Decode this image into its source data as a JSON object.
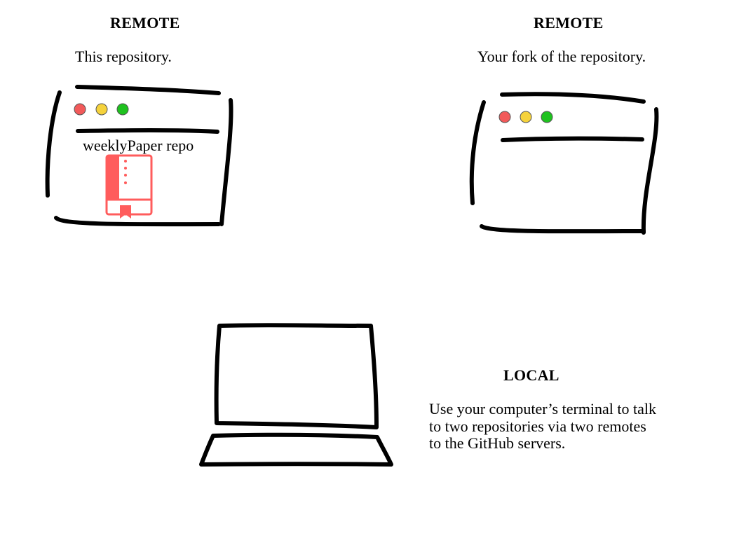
{
  "remote_left": {
    "heading": "REMOTE",
    "subtitle": "This repository.",
    "repo_label": "weeklyPaper repo",
    "window_controls": [
      "close-dot",
      "minimize-dot",
      "maximize-dot"
    ],
    "book_icon": "repository-book-icon"
  },
  "remote_right": {
    "heading": "REMOTE",
    "subtitle": "Your fork of the repository.",
    "window_controls": [
      "close-dot",
      "minimize-dot",
      "maximize-dot"
    ]
  },
  "local": {
    "heading": "LOCAL",
    "description": "Use your computer’s terminal to talk to two repositories via two remotes to the GitHub servers.",
    "icon": "laptop-icon"
  },
  "colors": {
    "close_dot": "#f25a5a",
    "minimize_dot": "#f5d23c",
    "maximize_dot": "#1fc21f",
    "repo_icon": "#ff5c5c",
    "ink": "#000000"
  }
}
